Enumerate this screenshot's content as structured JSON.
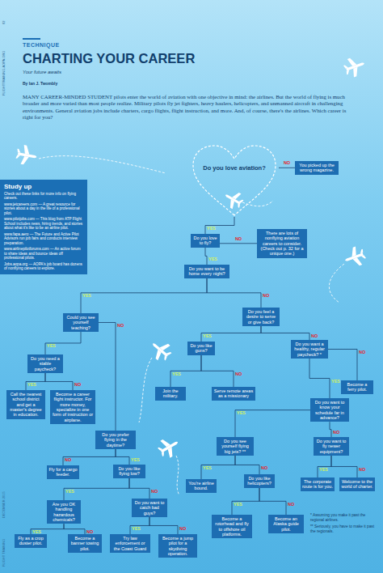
{
  "diagram": {
    "title": "CHARTING YOUR CAREER",
    "nodes": [
      {
        "text": [
          "Study up",
          "Check out these links for more info on flying careers.",
          "www.jetcareers.com — A great resource for stories about a day in the life of a professional pilot.",
          "www.pilotjobs.com — This blog from ATP Flight School includes news, hiring trends, and stories about what it's like to be an airline pilot.",
          "www.fapa.aero — The Future and Active Pilot Advisors run job fairs and conducts interview preparation.",
          "www.airlinepilotforums.com — An active forum to share ideas and bounce ideas off professional pilots.",
          "Jobs.aopa.org — AOPA's job board has dozens of nonflying careers to explore."
        ]
      },
      {
        "text": [
          "Do you love aviation?"
        ]
      },
      {
        "text": [
          "You picked up the wrong magazine."
        ]
      },
      {
        "text": [
          "Do you love to fly?"
        ]
      },
      {
        "text": [
          "There are lots of nonflying aviation careers to consider. (Check out p. 32 for a unique one.)"
        ]
      },
      {
        "text": [
          "Do you want to be home every night?"
        ]
      },
      {
        "text": [
          "Could you see yourself teaching?"
        ]
      },
      {
        "text": [
          "Do you feel a desire to serve or give back?"
        ]
      },
      {
        "text": [
          "Do you need a stable paycheck?"
        ]
      },
      {
        "text": [
          "Call the nearest school district and get a master's degree in education."
        ]
      },
      {
        "text": [
          "Become a career flight instructor. For more money, specialize in one form of instruction or airplane."
        ]
      },
      {
        "text": [
          "Do you prefer flying in the daytime?"
        ]
      },
      {
        "text": [
          "Fly for a cargo feeder."
        ]
      },
      {
        "text": [
          "Do you like flying low?"
        ]
      },
      {
        "text": [
          "Are you OK handling hazardous chemicals?"
        ]
      },
      {
        "text": [
          "Do you want to catch bad guys?"
        ]
      },
      {
        "text": [
          "Fly as a crop duster pilot."
        ]
      },
      {
        "text": [
          "Become a banner towing pilot."
        ]
      },
      {
        "text": [
          "Try law enforcement or the Coast Guard"
        ]
      },
      {
        "text": [
          "Become a jump pilot for a skydiving operation."
        ]
      },
      {
        "text": [
          "Do you like guns?"
        ]
      },
      {
        "text": [
          "Join the military."
        ]
      },
      {
        "text": [
          "Serve remote areas as a missionary"
        ]
      },
      {
        "text": [
          "Do you want a healthy, regular paycheck? *"
        ]
      },
      {
        "text": [
          "Become a ferry pilot."
        ]
      },
      {
        "text": [
          "Do you want to know your schedule far in advance?"
        ]
      },
      {
        "text": [
          "Do you see yourself flying big jets? **"
        ]
      },
      {
        "text": [
          "Do you want to fly newer equipment?"
        ]
      },
      {
        "text": [
          "You're airline bound."
        ]
      },
      {
        "text": [
          "Do you like helicopters?"
        ]
      },
      {
        "text": [
          "The corporate route is for you."
        ]
      },
      {
        "text": [
          "Welcome to the world of charter."
        ]
      },
      {
        "text": [
          "Become a rotorhead and fly to offshore oil platforms."
        ]
      },
      {
        "text": [
          "Become an Alaska guide pilot."
        ]
      }
    ],
    "edges": [
      {
        "from": 1,
        "to": 2,
        "label": "NO",
        "arrow": "none"
      },
      {
        "from": 1,
        "to": 3,
        "label": "YES",
        "arrow": "none"
      },
      {
        "from": 3,
        "to": 4,
        "label": "NO",
        "arrow": "none"
      },
      {
        "from": 3,
        "to": 5,
        "label": "YES",
        "arrow": "none"
      },
      {
        "from": 5,
        "to": 6,
        "label": "YES",
        "arrow": "none"
      },
      {
        "from": 5,
        "to": 7,
        "label": "NO",
        "arrow": "none"
      },
      {
        "from": 6,
        "to": 8,
        "label": "YES",
        "arrow": "none"
      },
      {
        "from": 6,
        "to": 11,
        "label": "NO",
        "arrow": "none"
      },
      {
        "from": 8,
        "to": 9,
        "label": "YES",
        "arrow": "none"
      },
      {
        "from": 8,
        "to": 10,
        "label": "NO",
        "arrow": "none"
      },
      {
        "from": 11,
        "to": 12,
        "label": "NO",
        "arrow": "none"
      },
      {
        "from": 11,
        "to": 13,
        "label": "YES",
        "arrow": "none"
      },
      {
        "from": 13,
        "to": 14,
        "label": "YES",
        "arrow": "none"
      },
      {
        "from": 13,
        "to": 15,
        "label": "NO",
        "arrow": "none"
      },
      {
        "from": 14,
        "to": 16,
        "label": "YES",
        "arrow": "none"
      },
      {
        "from": 14,
        "to": 17,
        "label": "NO",
        "arrow": "none"
      },
      {
        "from": 15,
        "to": 18,
        "label": "YES",
        "arrow": "none"
      },
      {
        "from": 15,
        "to": 19,
        "label": "NO",
        "arrow": "none"
      },
      {
        "from": 7,
        "to": 20,
        "label": "YES",
        "arrow": "none"
      },
      {
        "from": 7,
        "to": 23,
        "label": "NO",
        "arrow": "none"
      },
      {
        "from": 20,
        "to": 21,
        "label": "YES",
        "arrow": "none"
      },
      {
        "from": 20,
        "to": 22,
        "label": "NO",
        "arrow": "none"
      },
      {
        "from": 23,
        "to": 24,
        "label": "NO",
        "arrow": "none"
      },
      {
        "from": 23,
        "to": 25,
        "label": "YES",
        "arrow": "none"
      },
      {
        "from": 25,
        "to": 26,
        "label": "YES",
        "arrow": "none"
      },
      {
        "from": 25,
        "to": 27,
        "label": "NO",
        "arrow": "none"
      },
      {
        "from": 26,
        "to": 28,
        "label": "YES",
        "arrow": "none"
      },
      {
        "from": 26,
        "to": 29,
        "label": "NO",
        "arrow": "none"
      },
      {
        "from": 27,
        "to": 30,
        "label": "YES",
        "arrow": "none"
      },
      {
        "from": 27,
        "to": 31,
        "label": "NO",
        "arrow": "none"
      },
      {
        "from": 29,
        "to": 32,
        "label": "YES",
        "arrow": "none"
      },
      {
        "from": 29,
        "to": 33,
        "label": "NO",
        "arrow": "none"
      }
    ],
    "labels": [
      "TECHNIQUE",
      "Your future awaits",
      "By Ian J. Twombly",
      "MANY CAREER-MINDED STUDENT pilots enter the world of aviation with one objective in mind: the airlines. But the world of flying is much broader and more varied than most people realize. Military pilots fly jet fighters, heavy haulers, helicopters, and unmanned aircraft in challenging environments. General aviation jobs include charters, cargo flights, flight instruction, and more. And, of course, there's the airlines. Which career is right for you?",
      "* Assuming you make it past the regional airlines.",
      "** Seriously, you have to make it past the regionals.",
      "82",
      "FLIGHTTRAINING.AOPA.ORG",
      "DECEMBER 2015",
      "FLIGHT TRAINING"
    ]
  }
}
